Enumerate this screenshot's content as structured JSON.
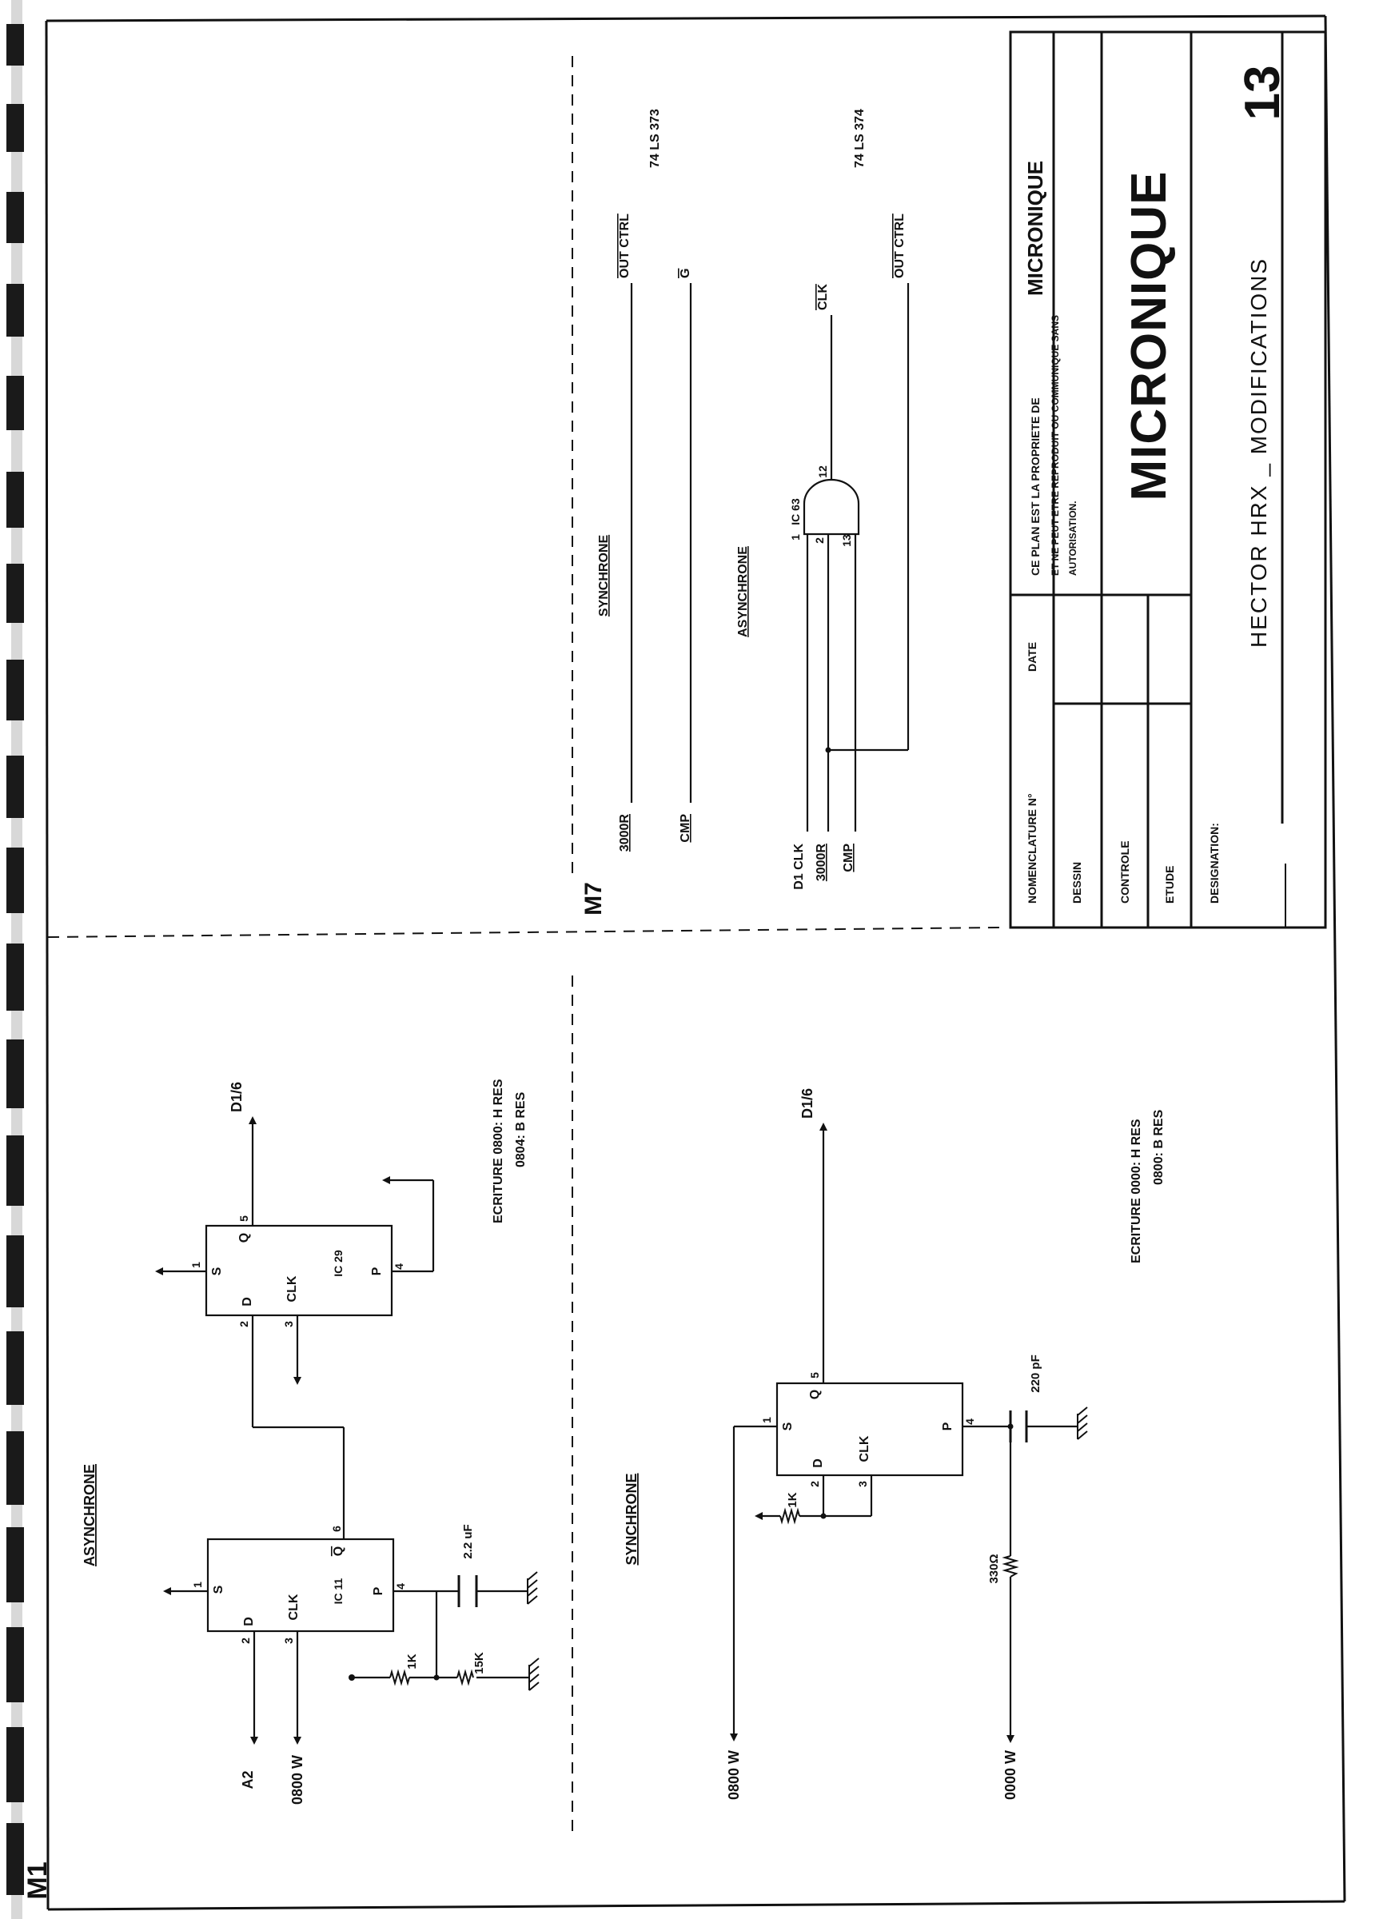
{
  "sheet_code": "M1",
  "colors": {
    "ink": "#111111",
    "paper": "#ffffff",
    "binding": "#1a1a1a"
  },
  "panel_m1": {
    "async_title": "ASYNCHRONE",
    "sync_title": "SYNCHRONE",
    "ic11": {
      "name": "IC 11",
      "s": "S",
      "d": "D",
      "clk": "CLK",
      "p": "P",
      "qbar": "Q",
      "pin1": "1",
      "pin2": "2",
      "pin3": "3",
      "pin4": "4",
      "pin6": "6"
    },
    "ic29": {
      "name": "IC 29",
      "s": "S",
      "d": "D",
      "clk": "CLK",
      "p": "P",
      "q": "Q",
      "pin1": "1",
      "pin2": "2",
      "pin3": "3",
      "pin4": "4",
      "pin5": "5"
    },
    "ic_sync": {
      "s": "S",
      "d": "D",
      "clk": "CLK",
      "p": "P",
      "q": "Q",
      "pin1": "1",
      "pin2": "2",
      "pin3": "3",
      "pin4": "4",
      "pin5": "5"
    },
    "sig_a2": "A2",
    "sig_0800w_async": "0800 W",
    "sig_0800w_sync": "0800 W",
    "sig_0000w": "0000 W",
    "r_1k_a": "1K",
    "r_15k": "15K",
    "c_2_2uf": "2.2 uF",
    "r_1k_s": "1K",
    "r_330": "330Ω",
    "c_220pf": "220 pF",
    "out_d16_async": "D1/6",
    "out_d16_sync": "D1/6",
    "ecriture_async": [
      "ECRITURE  0800: H RES",
      "0804: B RES"
    ],
    "ecriture_sync": [
      "ECRITURE  0000: H RES",
      "0800: B RES"
    ]
  },
  "panel_m7": {
    "label": "M7",
    "sync_title": "SYNCHRONE",
    "async_title": "ASYNCHRONE",
    "sync_3000r": "3000R",
    "sync_cmp": "CMP",
    "sync_out_ctrl": "OUT CTRL",
    "sync_g": "G",
    "chip_373": "74 LS 373",
    "async_d1clk": "D1 CLK",
    "async_3000r": "3000R",
    "async_cmp": "CMP",
    "ic63": "IC 63",
    "pin1": "1",
    "pin2": "2",
    "pin12": "12",
    "pin13": "13",
    "clk": "CLK",
    "async_out_ctrl": "OUT CTRL",
    "chip_374": "74 LS 374"
  },
  "title_block": {
    "nomenclature": "NOMENCLATURE N°",
    "date": "DATE",
    "dessin": "DESSIN",
    "controle": "CONTROLE",
    "etude": "ETUDE",
    "designation": "DESIGNATION:",
    "notice_1": "CE PLAN EST LA PROPRIETE DE",
    "notice_brand": "MICRONIQUE",
    "notice_2": "ET NE PEUT ETRE REPRODUIT OU COMMUNIQUE SANS",
    "notice_3": "AUTORISATION.",
    "logo": "MICRONIQUE",
    "title": "HECTOR  HRX _ MODIFICATIONS",
    "sheet_number": "13"
  }
}
